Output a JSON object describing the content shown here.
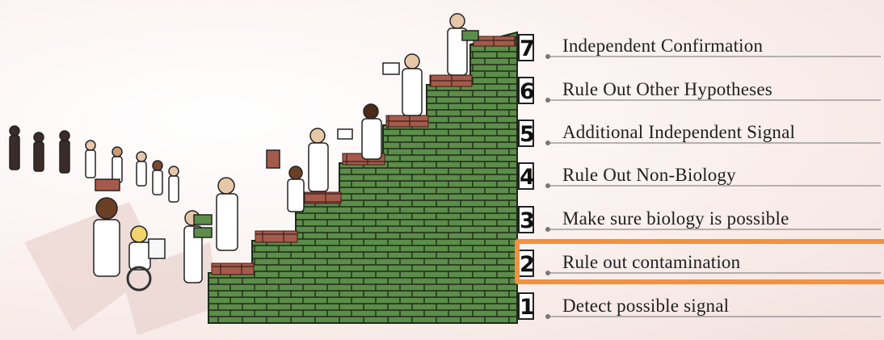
{
  "steps": [
    {
      "number": "1",
      "label": "Detect possible signal"
    },
    {
      "number": "2",
      "label": "Rule out contamination"
    },
    {
      "number": "3",
      "label": "Make sure biology is possible"
    },
    {
      "number": "4",
      "label": "Rule Out Non-Biology"
    },
    {
      "number": "5",
      "label": "Additional Independent Signal"
    },
    {
      "number": "6",
      "label": "Rule Out Other Hypotheses"
    },
    {
      "number": "7",
      "label": "Independent Confirmation"
    }
  ],
  "highlighted_step": "2",
  "colors": {
    "brick_green": "#5c8d4a",
    "brick_top": "#a65a4b",
    "mortar": "#1e2a18",
    "highlight": "#f2913f",
    "rule_line": "#8a8a8a"
  }
}
